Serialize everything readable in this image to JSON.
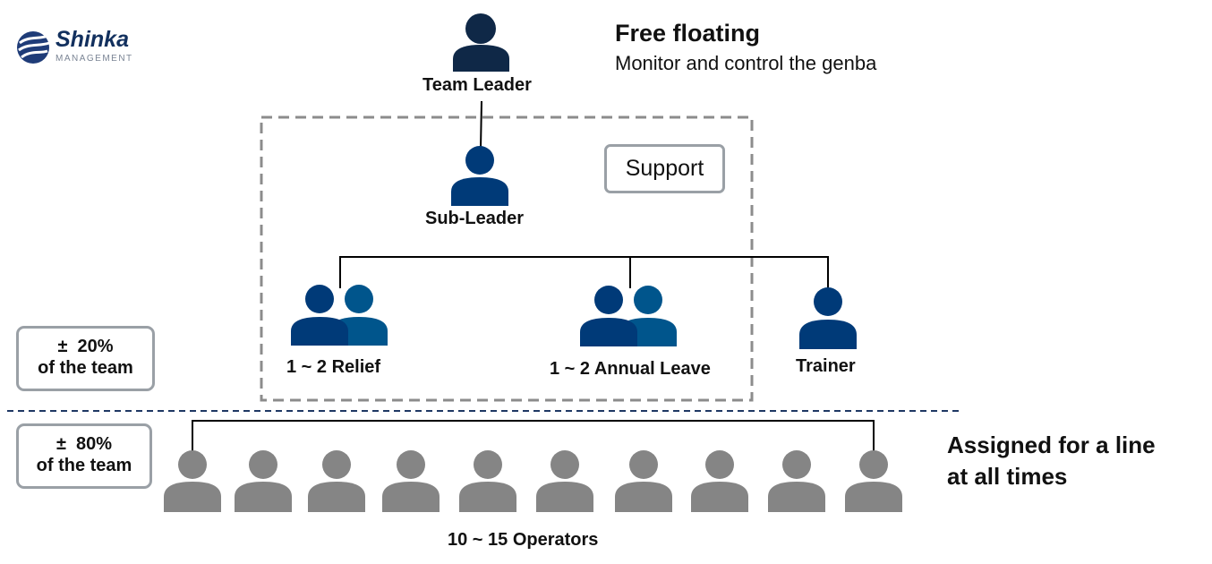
{
  "logo": {
    "name": "Shinka",
    "subtitle": "MANAGEMENT"
  },
  "free_floating": {
    "title": "Free floating",
    "subtitle": "Monitor and control the genba"
  },
  "roles": {
    "team_leader": "Team Leader",
    "sub_leader": "Sub-Leader",
    "relief": "1 ~ 2 Relief",
    "annual_leave": "1 ~ 2 Annual Leave",
    "trainer": "Trainer",
    "operators": "10 ~ 15 Operators"
  },
  "support_label": "Support",
  "support_share": {
    "value": "±  20%",
    "caption": "of the team"
  },
  "line_share": {
    "value": "±  80%",
    "caption": "of the team"
  },
  "assigned": {
    "line1": "Assigned for a line",
    "line2": "at all times"
  },
  "colors": {
    "leader": "#0f2847",
    "support": "#003a78",
    "support_alt": "#00558c",
    "operator": "#858585",
    "connector": "#000000",
    "dashed_box": "#8c8c8c",
    "divider": "#1f3864"
  },
  "icons": {
    "person": "person-icon",
    "pair": "person-pair-icon"
  }
}
